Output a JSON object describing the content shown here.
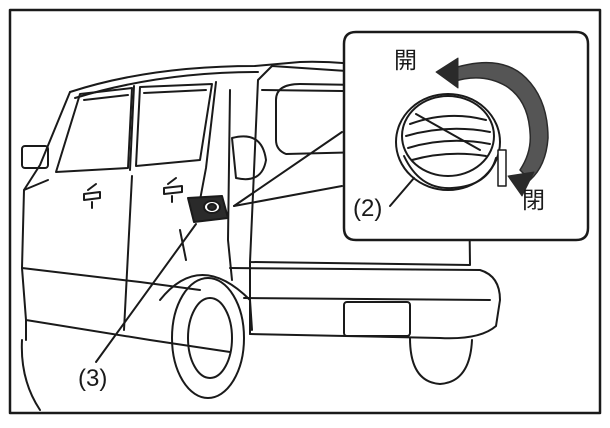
{
  "diagram": {
    "labels": {
      "open": "開",
      "close": "閉",
      "callout_cap": "(2)",
      "callout_lid": "(3)"
    },
    "colors": {
      "line": "#1a1a1a",
      "arrow_fill": "#555555",
      "arrow_dark": "#2a2a2a",
      "background": "#ffffff"
    }
  }
}
